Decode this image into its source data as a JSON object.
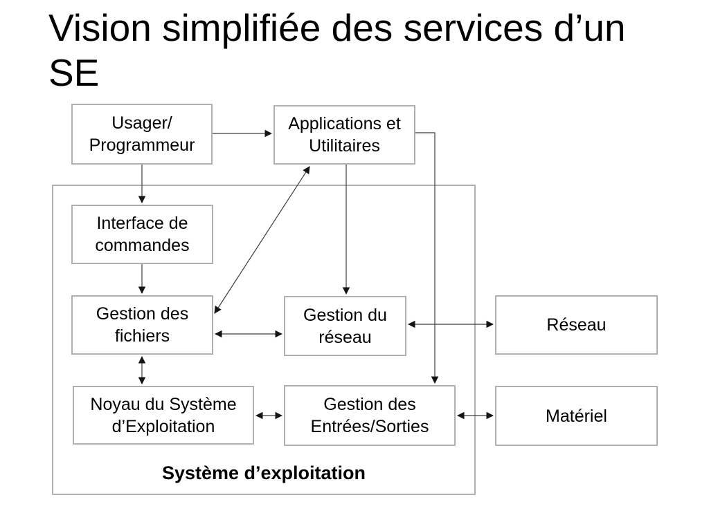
{
  "title": {
    "line1": "Vision simplifiée des services d’un",
    "line2": "SE"
  },
  "diagram": {
    "container_label": "Système d’exploitation",
    "nodes": {
      "usager": {
        "lines": [
          "Usager/",
          "Programmeur"
        ]
      },
      "applications": {
        "lines": [
          "Applications et",
          "Utilitaires"
        ]
      },
      "interface": {
        "lines": [
          "Interface de",
          "commandes"
        ]
      },
      "fichiers": {
        "lines": [
          "Gestion des",
          "fichiers"
        ]
      },
      "gestion_reseau": {
        "lines": [
          "Gestion du",
          "réseau"
        ]
      },
      "noyau": {
        "lines": [
          "Noyau du Système",
          "d’Exploitation"
        ]
      },
      "entrees_sorties": {
        "lines": [
          "Gestion des",
          "Entrées/Sorties"
        ]
      },
      "reseau": {
        "lines": [
          "Réseau"
        ]
      },
      "materiel": {
        "lines": [
          "Matériel"
        ]
      }
    },
    "edges": [
      {
        "from": "usager",
        "to": "applications",
        "bidirectional": false
      },
      {
        "from": "usager",
        "to": "interface",
        "bidirectional": false
      },
      {
        "from": "interface",
        "to": "fichiers",
        "bidirectional": false
      },
      {
        "from": "fichiers",
        "to": "noyau",
        "bidirectional": true
      },
      {
        "from": "applications",
        "to": "fichiers",
        "bidirectional": true
      },
      {
        "from": "applications",
        "to": "gestion_reseau",
        "bidirectional": false
      },
      {
        "from": "applications",
        "to": "entrees_sorties",
        "bidirectional": false
      },
      {
        "from": "fichiers",
        "to": "gestion_reseau",
        "bidirectional": true
      },
      {
        "from": "gestion_reseau",
        "to": "reseau",
        "bidirectional": true
      },
      {
        "from": "noyau",
        "to": "entrees_sorties",
        "bidirectional": true
      },
      {
        "from": "entrees_sorties",
        "to": "materiel",
        "bidirectional": true
      }
    ],
    "colors": {
      "background": "#ffffff",
      "box_border": "#b0b0b0",
      "line": "#3c3c3c",
      "text": "#000000"
    }
  }
}
